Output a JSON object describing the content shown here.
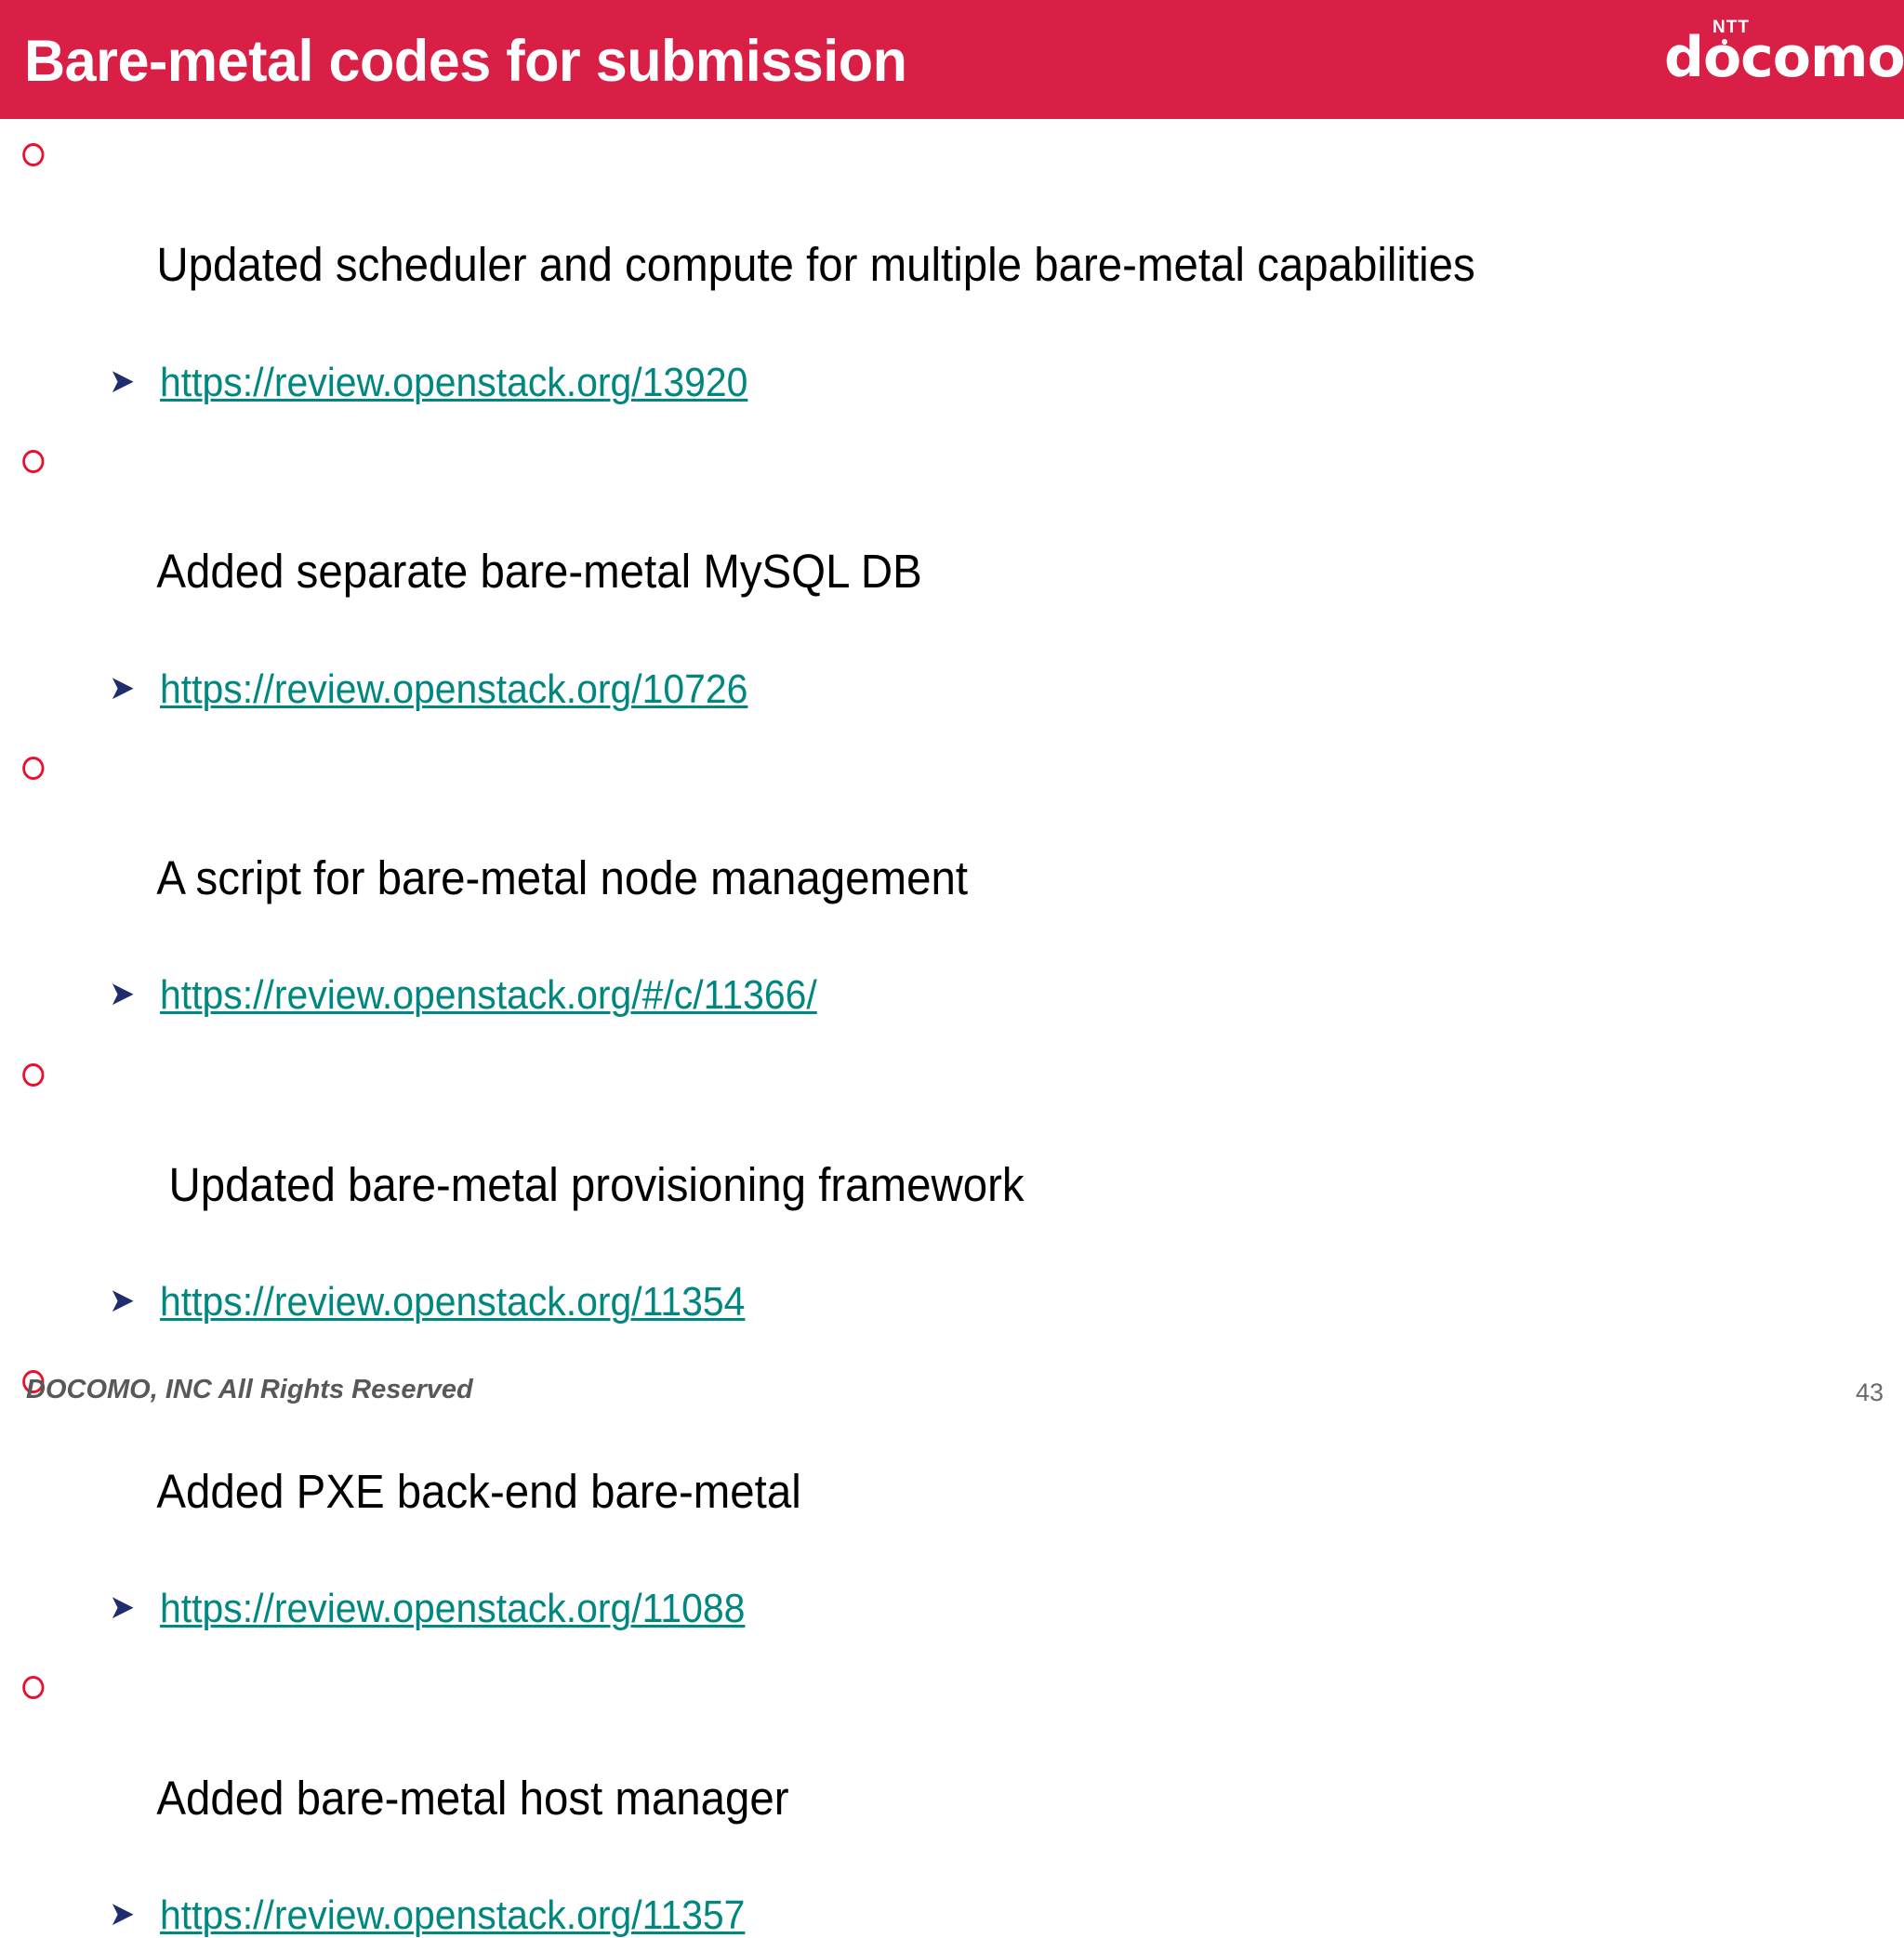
{
  "slide": {
    "title": "Bare-metal codes for submission",
    "accent_color": "#d91f45",
    "bullet_marker_color": "#e8112d",
    "sub_marker_color": "#1f2d6e",
    "link_color": "#00877f",
    "bullet_marker_glyph": "circle-outline",
    "sub_marker_glyph": "➤"
  },
  "logo": {
    "small_text": "NTT",
    "word": "docomo"
  },
  "bullets": [
    {
      "text": "Updated scheduler and compute for multiple bare-metal capabilities",
      "link": "https://review.openstack.org/13920"
    },
    {
      "text": "Added separate bare-metal MySQL DB",
      "link": "https://review.openstack.org/10726"
    },
    {
      "text": "A script for bare-metal node management",
      "link": "https://review.openstack.org/#/c/11366/"
    },
    {
      "text": " Updated bare-metal provisioning framework",
      "link": "https://review.openstack.org/11354"
    },
    {
      "text": "Added PXE back-end bare-metal",
      "link": "https://review.openstack.org/11088"
    },
    {
      "text": "Added bare-metal host manager",
      "link": "https://review.openstack.org/11357"
    }
  ],
  "footer": {
    "copyright": "DOCOMO, INC All Rights Reserved",
    "page_number": "43"
  }
}
